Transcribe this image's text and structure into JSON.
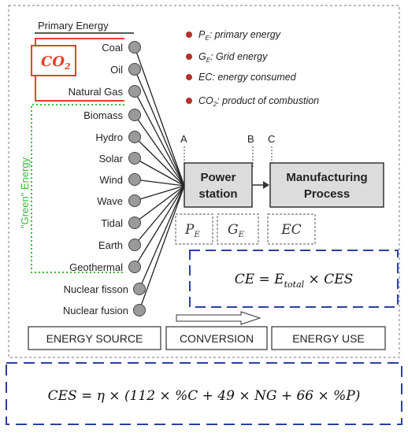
{
  "header": {
    "primary_energy": "Primary Energy"
  },
  "co2_box": {
    "label": "CO",
    "sub": "2"
  },
  "green_label": "\"Green\" Energy",
  "sources": [
    "Coal",
    "Oil",
    "Natural Gas",
    "Biomass",
    "Hydro",
    "Solar",
    "Wind",
    "Wave",
    "Tidal",
    "Earth",
    "Geothermal",
    "Nuclear fisson",
    "Nuclear fusion"
  ],
  "legend": {
    "items": [
      {
        "sym": "P",
        "sub": "E",
        "text": ": primary energy"
      },
      {
        "sym": "G",
        "sub": "E",
        "text": ": Grid energy"
      },
      {
        "sym": "EC",
        "sub": "",
        "text": ": energy consumed"
      },
      {
        "sym": "CO",
        "sub": "2",
        "text": ": product of combustion"
      }
    ]
  },
  "points": {
    "a": "A",
    "b": "B",
    "c": "C"
  },
  "boxes": {
    "power_line1": "Power",
    "power_line2": "station",
    "mfg_line1": "Manufacturing",
    "mfg_line2": "Process"
  },
  "measures": {
    "pe": {
      "sym": "P",
      "sub": "E"
    },
    "ge": {
      "sym": "G",
      "sub": "E"
    },
    "ec": {
      "sym": "EC"
    }
  },
  "equations": {
    "ce": {
      "lhs": "CE = E",
      "sub": "total",
      "rhs": " × CES"
    },
    "ces": "CES = η × (112 × %C + 49 × NG + 66 × %P)"
  },
  "stages": {
    "source": "ENERGY SOURCE",
    "conversion": "CONVERSION",
    "use": "ENERGY USE"
  },
  "colors": {
    "co2_red": "#e8412b",
    "green_dots": "#3cb83c",
    "blue_dash": "#2c3fa0",
    "node_fill": "#9a9a9a",
    "box_fill": "#dcdcdc",
    "legend_dot": "#b2312b"
  }
}
